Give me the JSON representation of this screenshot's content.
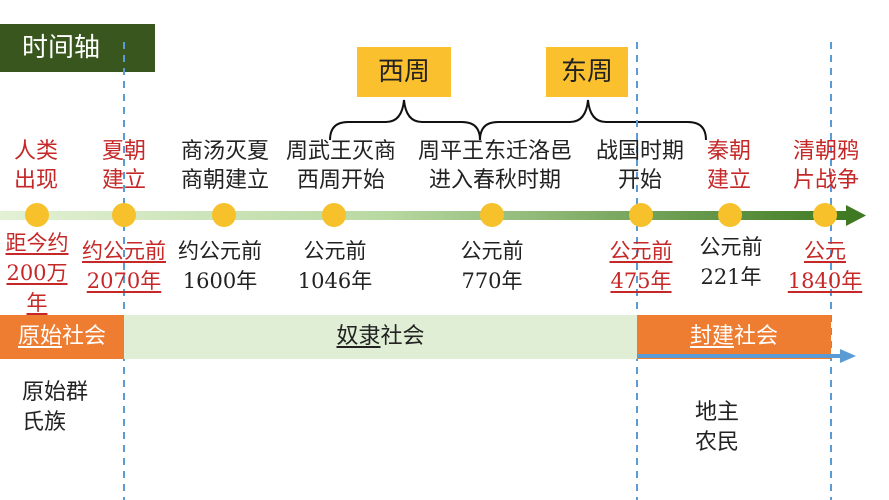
{
  "title": "时间轴",
  "periods": {
    "western_zhou": "西周",
    "eastern_zhou": "东周"
  },
  "events": [
    {
      "lines": [
        "人类",
        "出现"
      ],
      "color": "red",
      "date_lines": [
        "距今约",
        "200万",
        "年"
      ],
      "date_color": "red"
    },
    {
      "lines": [
        "夏朝",
        "建立"
      ],
      "color": "red",
      "date_lines": [
        "约公元前",
        "2070年"
      ],
      "date_color": "red"
    },
    {
      "lines": [
        "商汤灭夏",
        "商朝建立"
      ],
      "color": "black",
      "date_lines": [
        "约公元前",
        "1600年"
      ],
      "date_color": "black"
    },
    {
      "lines": [
        "周武王灭商",
        "西周开始"
      ],
      "color": "black",
      "date_lines": [
        "公元前",
        "1046年"
      ],
      "date_color": "black"
    },
    {
      "lines": [
        "周平王东迁洛邑",
        "进入春秋时期"
      ],
      "color": "black",
      "date_lines": [
        "公元前",
        "770年"
      ],
      "date_color": "black"
    },
    {
      "lines": [
        "战国时期",
        "开始"
      ],
      "color": "black",
      "date_lines": [
        "公元前",
        "475年"
      ],
      "date_color": "red"
    },
    {
      "lines": [
        "秦朝",
        "建立"
      ],
      "color": "red",
      "date_lines": [
        "公元前",
        "221年"
      ],
      "date_color": "black"
    },
    {
      "lines": [
        "清朝鸦",
        "片战争"
      ],
      "color": "red",
      "date_lines": [
        "公元",
        "1840年"
      ],
      "date_color": "red"
    }
  ],
  "societies": {
    "primitive": {
      "underlined": "原始",
      "rest": "社会"
    },
    "slave": {
      "underlined": "奴隶",
      "rest": "社会"
    },
    "feudal": {
      "underlined": "封建",
      "rest": "社会"
    }
  },
  "notes": {
    "primitive": [
      "原始群",
      "氏族"
    ],
    "feudal": [
      "地主",
      "农民"
    ]
  },
  "colors": {
    "title_bg": "#38561d",
    "period_box": "#fbc02d",
    "dot": "#f6c12b",
    "timeline_start": "#e3f1d5",
    "timeline_end": "#3f7a22",
    "primitive_bar": "#ee7d31",
    "slave_bar": "#dfeed4",
    "feudal_bar": "#ee7d31",
    "red_text": "#c62828",
    "dashed_line": "#5b9bd5",
    "arrow_blue": "#5b9bd5"
  }
}
